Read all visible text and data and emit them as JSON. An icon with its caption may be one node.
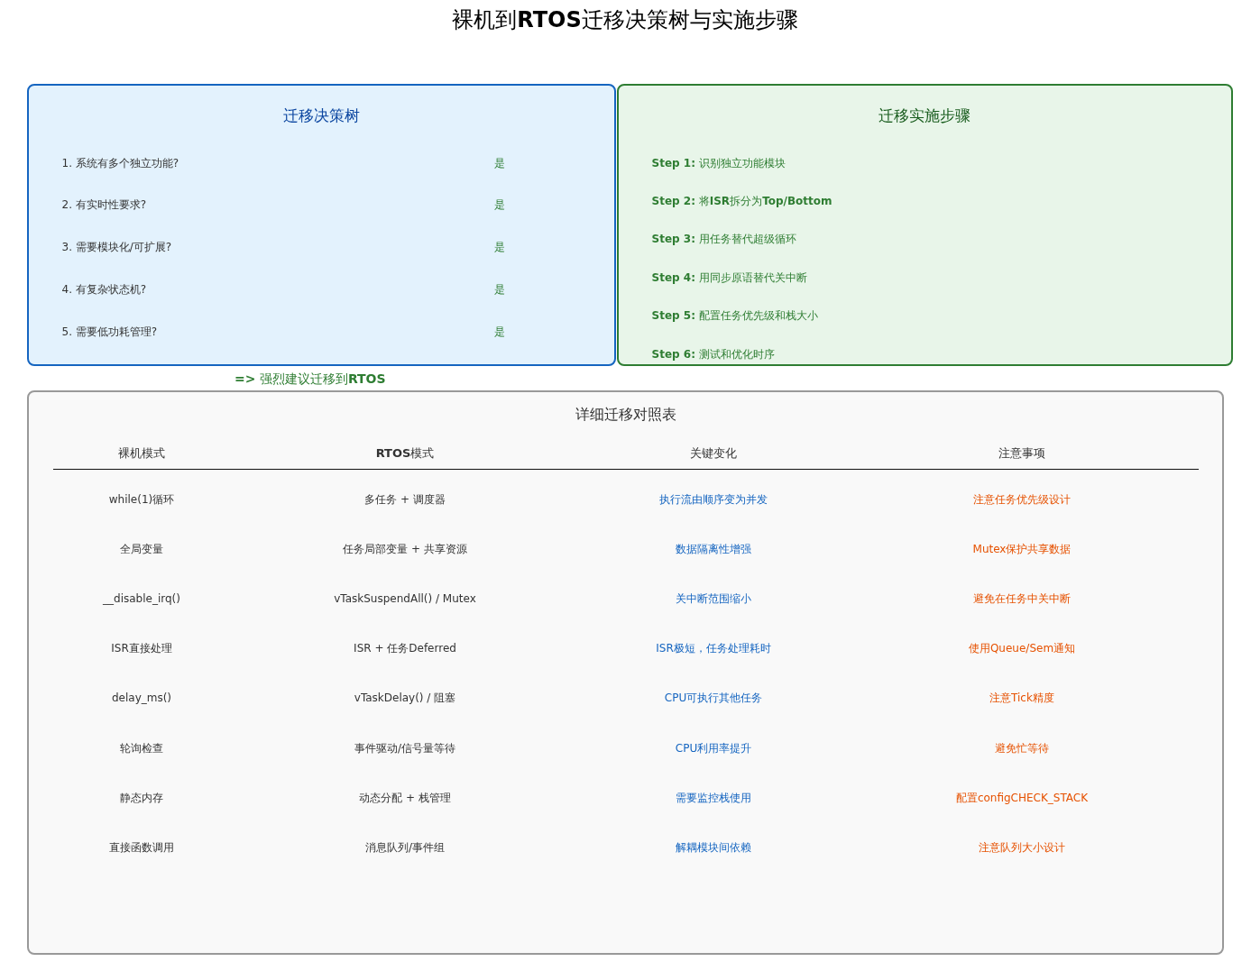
{
  "diagram": {
    "title": "裸机到**RTOS**迁移决策树与实施步骤",
    "nodes": [
      {
        "text": [
          "迁移决策树",
          "1. 系统有多个独立功能?",
          "是",
          "2. 有实时性要求?",
          "是",
          "3. 需要模块化/可扩展?",
          "是",
          "4. 有复杂状态机?",
          "是",
          "5. 需要低功耗管理?",
          "是"
        ]
      },
      {
        "text": [
          "迁移实施步骤",
          "**Step 1:** 识别独立功能模块",
          "**Step 2:** 将**ISR**拆分为**Top/Bottom**",
          "**Step 3:** 用任务替代超级循环",
          "**Step 4:** 用同步原语替代关中断",
          "**Step 5:** 配置任务优先级和栈大小",
          "**Step 6:** 测试和优化时序"
        ]
      },
      {
        "text": [
          "详细迁移对照表"
        ]
      }
    ],
    "labels": [
      "**=>** 强烈建议迁移到**RTOS**",
      "裸机模式",
      "**RTOS**模式",
      "关键变化",
      "注意事项",
      "while(1)循环",
      "多任务 + 调度器",
      "执行流由顺序变为并发",
      "注意任务优先级设计",
      "全局变量",
      "任务局部变量 + 共享资源",
      "数据隔离性增强",
      "Mutex保护共享数据",
      "__disable_irq()",
      "vTaskSuspendAll() / Mutex",
      "关中断范围缩小",
      "避免在任务中关中断",
      "ISR直接处理",
      "ISR + 任务Deferred",
      "ISR极短，任务处理耗时",
      "使用Queue/Sem通知",
      "delay_ms()",
      "vTaskDelay() / 阻塞",
      "CPU可执行其他任务",
      "注意Tick精度",
      "轮询检查",
      "事件驱动/信号量等待",
      "CPU利用率提升",
      "避免忙等待",
      "静态内存",
      "动态分配 + 栈管理",
      "需要监控栈使用",
      "配置configCHECK_STACK",
      "直接函数调用",
      "消息队列/事件组",
      "解耦模块间依赖",
      "注意队列大小设计"
    ]
  }
}
